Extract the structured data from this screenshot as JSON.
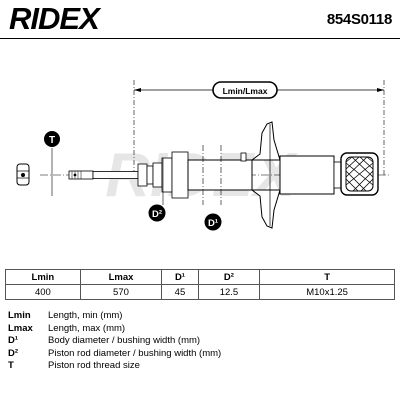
{
  "header": {
    "brand": "RIDEX",
    "part_number": "854S0118"
  },
  "drawing": {
    "dimension_label": "Lmin/Lmax",
    "callout_t": "T",
    "callout_d2": "D²",
    "callout_d1": "D¹",
    "watermark": "RIDEX"
  },
  "specs": {
    "headers": [
      "Lmin",
      "Lmax",
      "D¹",
      "D²",
      "T"
    ],
    "values": [
      "400",
      "570",
      "45",
      "12.5",
      "M10x1.25"
    ]
  },
  "legend": [
    {
      "key": "Lmin",
      "desc": "Length, min (mm)"
    },
    {
      "key": "Lmax",
      "desc": "Length, max (mm)"
    },
    {
      "key": "D¹",
      "desc": "Body diameter / bushing width (mm)"
    },
    {
      "key": "D²",
      "desc": "Piston rod diameter / bushing width (mm)"
    },
    {
      "key": "T",
      "desc": "Piston rod thread size"
    }
  ],
  "colors": {
    "brand_black": "#000000",
    "callout_fill": "#000000",
    "watermark": "#e6e6e6"
  }
}
